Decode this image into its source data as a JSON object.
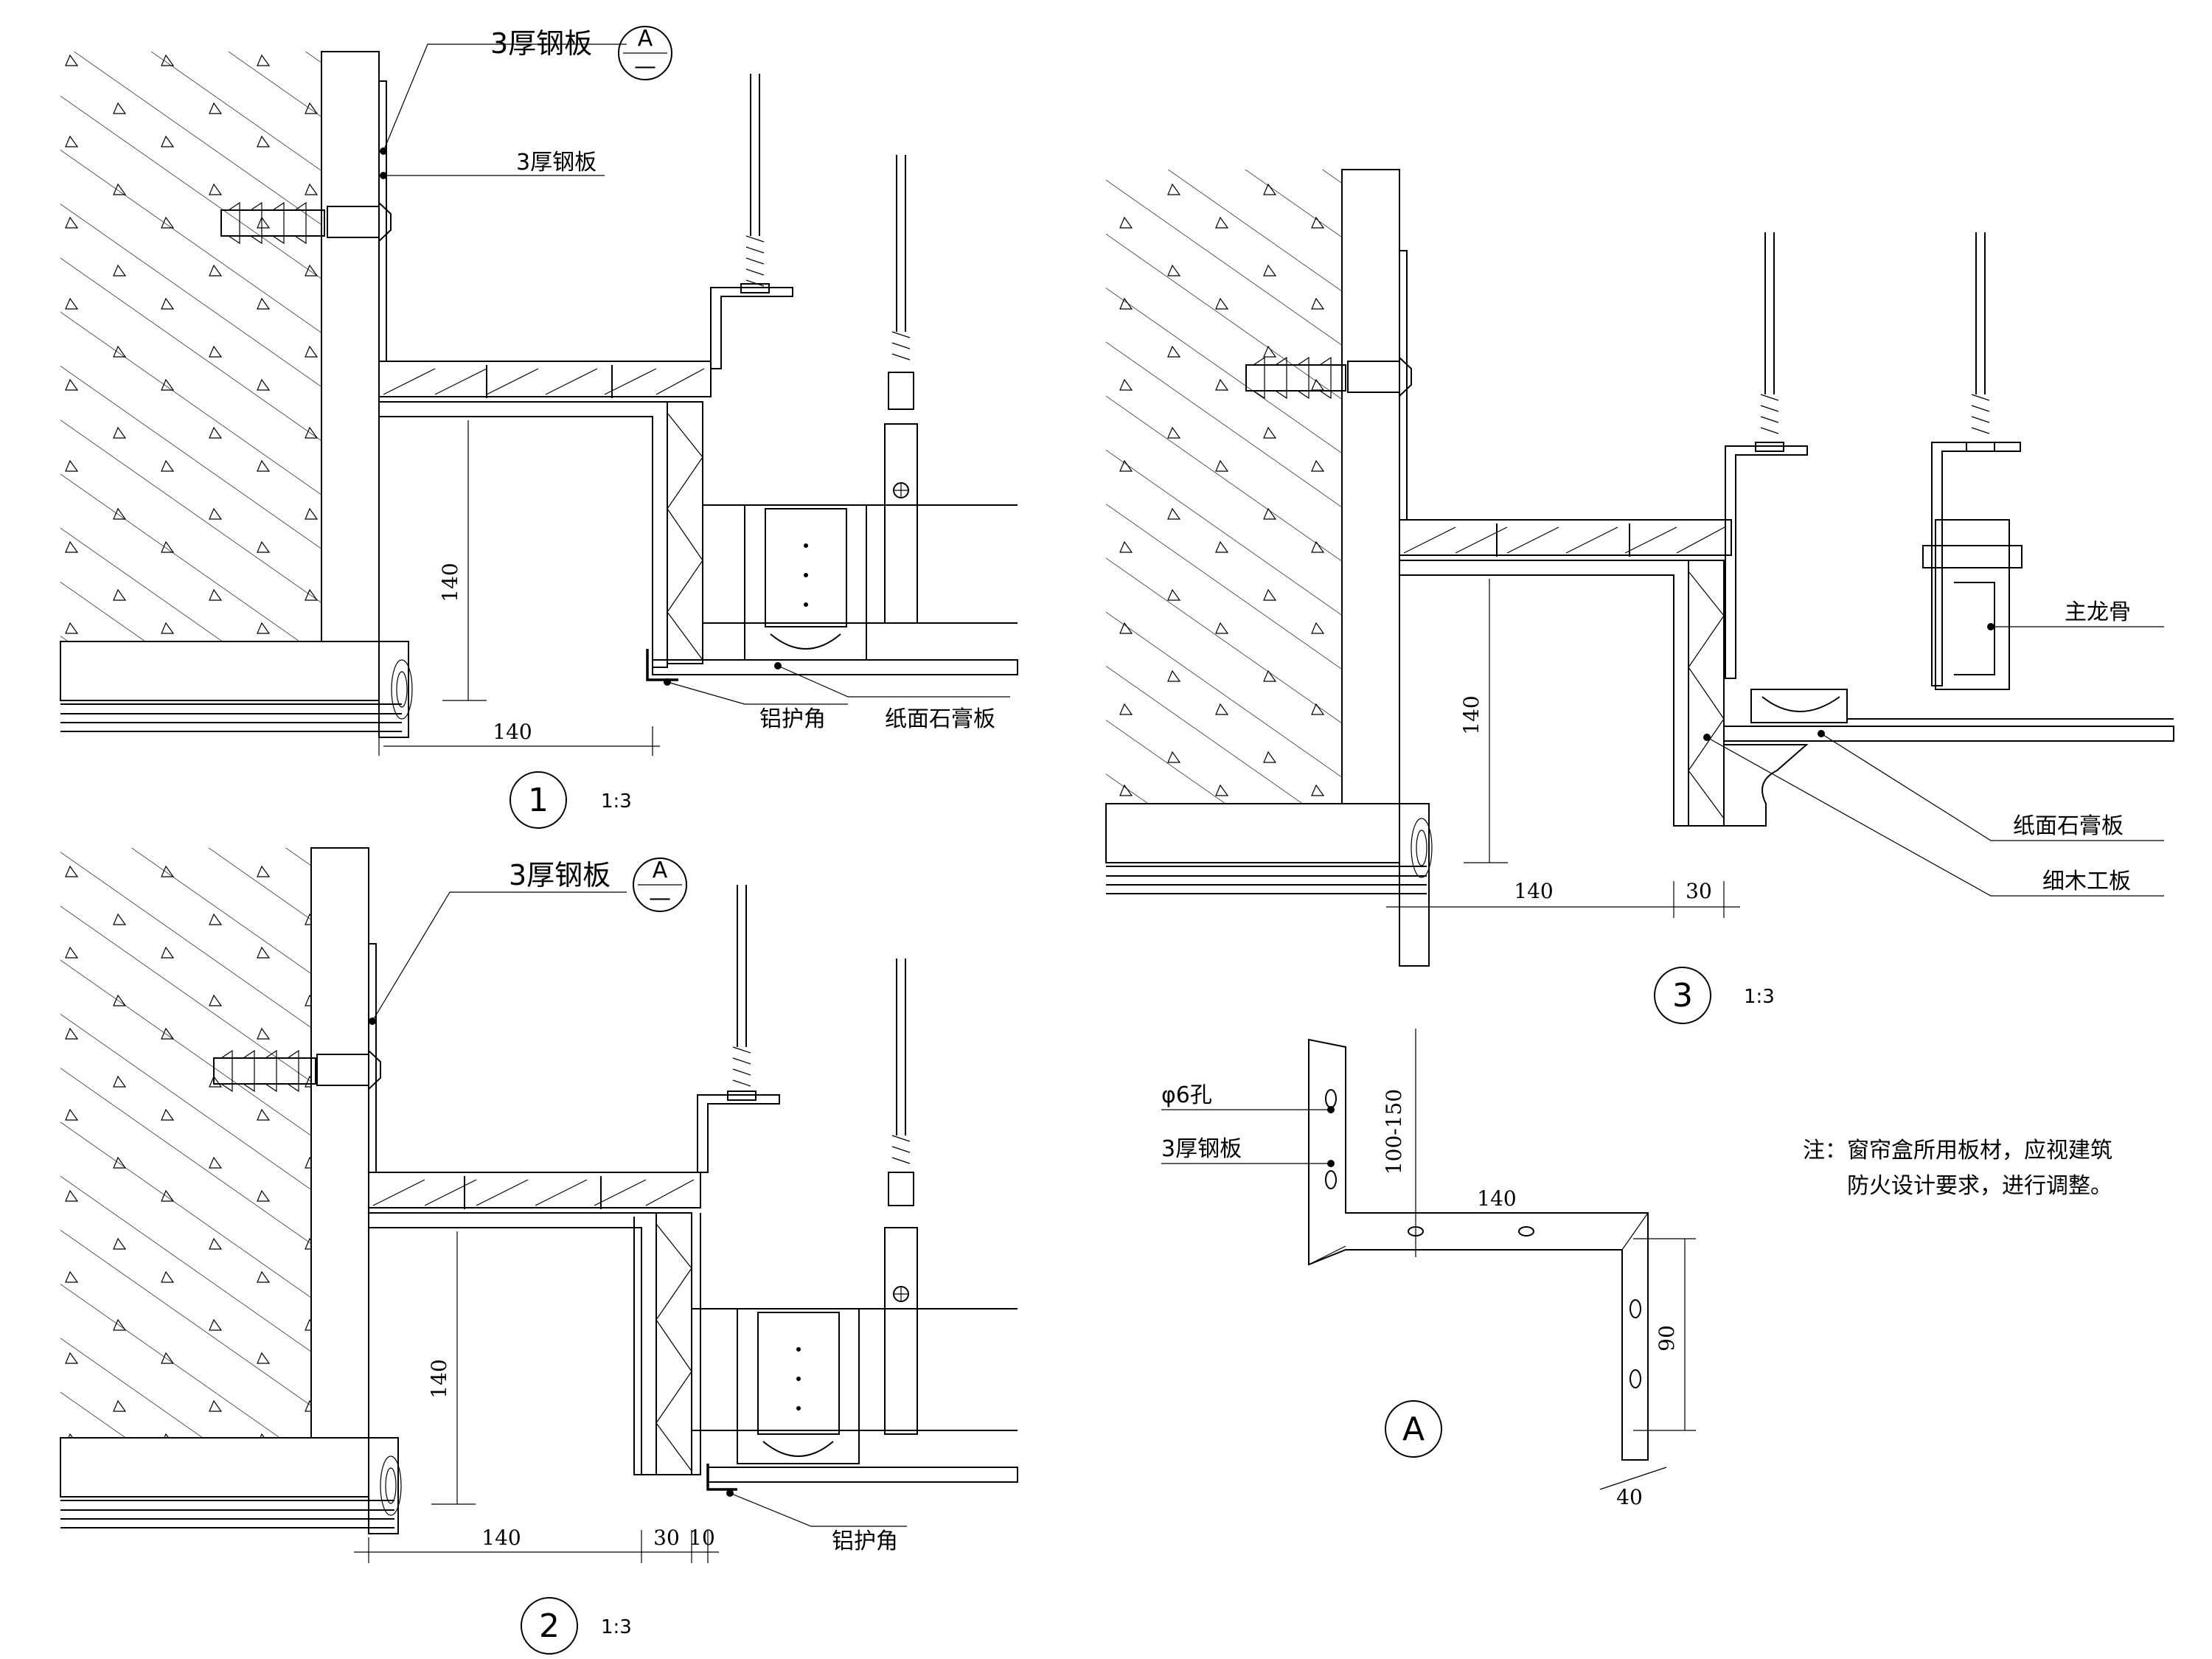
{
  "labels": {
    "steel_plate": "3厚钢板",
    "aluminum_corner": "铝护角",
    "gypsum_board": "纸面石膏板",
    "main_keel": "主龙骨",
    "blockboard": "细木工板",
    "hole": "φ6孔"
  },
  "ref_tag": {
    "letter": "A",
    "dash": "—"
  },
  "details": [
    {
      "number": "1",
      "scale": "1:3"
    },
    {
      "number": "2",
      "scale": "1:3"
    },
    {
      "number": "3",
      "scale": "1:3"
    }
  ],
  "detail_a": {
    "letter": "A"
  },
  "dimensions": {
    "d140": "140",
    "d30": "30",
    "d10": "10",
    "d90": "90",
    "d40": "40",
    "d100_150": "100-150"
  },
  "note": {
    "line1": "注：窗帘盒所用板材，应视建筑",
    "line2": "防火设计要求，进行调整。"
  },
  "colors": {
    "line": "#000000",
    "background": "#ffffff"
  }
}
